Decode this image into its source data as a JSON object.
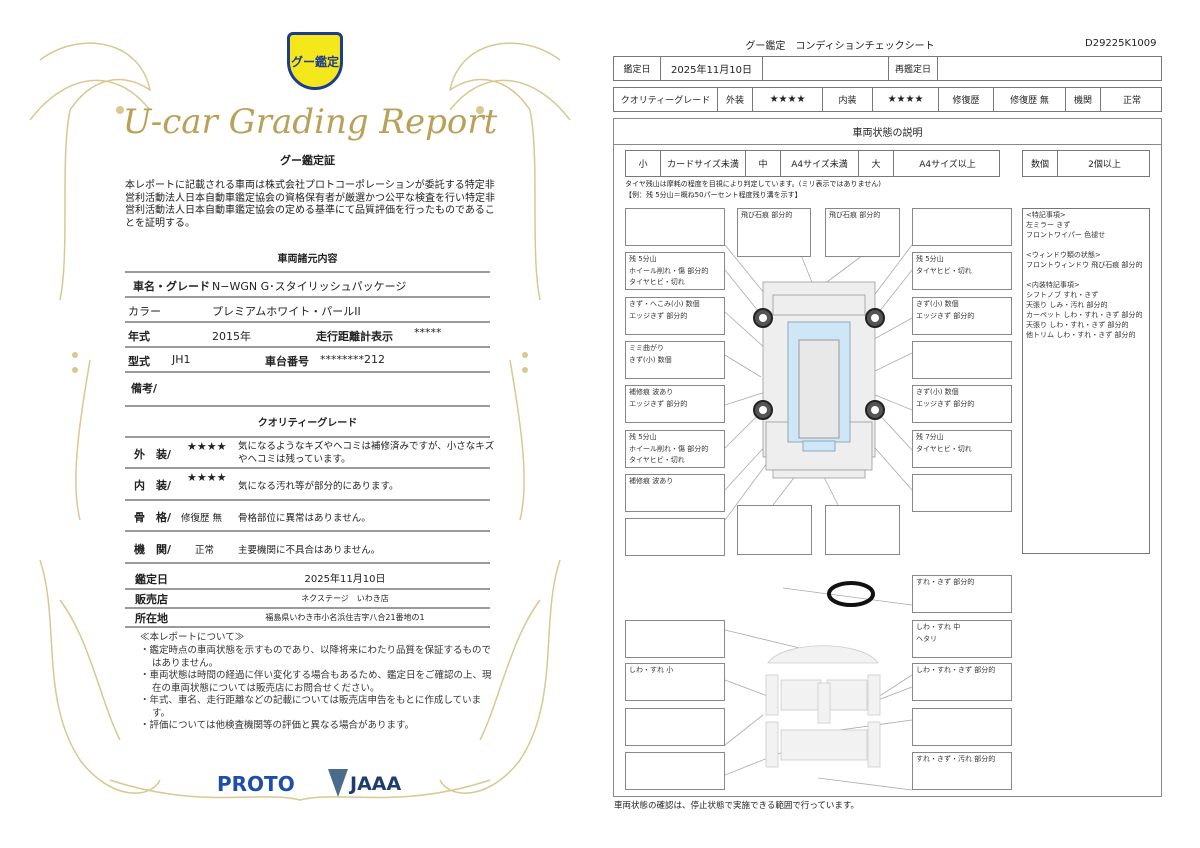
{
  "left": {
    "logo_text": "グー鑑定",
    "script_title": "U-car Grading Report",
    "cert_title": "グー鑑定証",
    "cert_body": "本レポートに記載される車両は株式会社プロトコーポレーションが委託する特定非営利活動法人日本自動車鑑定協会の資格保有者が厳選かつ公平な検査を行い特定非営利活動法人日本自動車鑑定協会の定める基準にて品質評価を行ったものであることを証明する。",
    "spec_title": "車両諸元内容",
    "spec": {
      "name_label": "車名・グレード",
      "name_value": "N−WGN G･スタイリッシュパッケージ",
      "color_label": "カラー",
      "color_value": "プレミアムホワイト・パールII",
      "year_label": "年式",
      "year_value": "2015年",
      "odo_label": "走行距離計表示",
      "odo_value": "*****",
      "model_label": "型式",
      "model_value": "JH1",
      "chassis_label": "車台番号",
      "chassis_value": "********212",
      "remarks_label": "備考/"
    },
    "grade_title": "クオリティーグレード",
    "grades": [
      {
        "label": "外　装/",
        "value": "★★★★",
        "desc": "気になるようなキズやヘコミは補修済みですが、小さなキズやヘコミは残っています。"
      },
      {
        "label": "内　装/",
        "value": "★★★★",
        "desc": "気になる汚れ等が部分的にあります。"
      },
      {
        "label": "骨　格/",
        "value": "修復歴 無",
        "desc": "骨格部位に異常はありません。"
      },
      {
        "label": "機　関/",
        "value": "正常",
        "desc": "主要機関に不具合はありません。"
      }
    ],
    "date_label": "鑑定日",
    "date_value": "2025年11月10日",
    "shop_label": "販売店",
    "shop_value": "ネクステージ　いわき店",
    "addr_label": "所在地",
    "addr_value": "福島県いわき市小名浜住吉字八合21番地の1",
    "about_title": "≪本レポートについて≫",
    "about_items": [
      "鑑定時点の車両状態を示すものであり、以降将来にわたり品質を保証するものではありません。",
      "車両状態は時間の経過に伴い変化する場合もあるため、鑑定日をご確認の上、現在の車両状態については販売店にお問合せください。",
      "年式、車名、走行距離などの記載については販売店申告をもとに作成しています。",
      "評価については他検査機関等の評価と異なる場合があります。"
    ],
    "logos": [
      "PROTO",
      "JAAA"
    ]
  },
  "right": {
    "title": "グー鑑定　コンディションチェックシート",
    "doc_id": "D29225K1009",
    "row1": {
      "date_label": "鑑定日",
      "date_value": "2025年11月10日",
      "redate_label": "再鑑定日"
    },
    "row2": {
      "grade_label": "クオリティーグレード",
      "ext_label": "外装",
      "ext_value": "★★★★",
      "int_label": "内装",
      "int_value": "★★★★",
      "repair_label": "修復歴",
      "repair_value": "修復歴 無",
      "engine_label": "機関",
      "engine_value": "正常"
    },
    "section_title": "車両状態の説明",
    "sizes": [
      "小",
      "カードサイズ未満",
      "中",
      "A4サイズ未満",
      "大",
      "A4サイズ以上"
    ],
    "count": [
      "数個",
      "2個以上"
    ],
    "tire_note1": "タイヤ残山は摩耗の程度を目視により判定しています。(ミリ表示ではありません)",
    "tire_note2": "【例：残 5分山＝概ね50パーセント程度残り溝を示す】",
    "ext_left": [
      "",
      "残 5分山\nホイール削れ・傷 部分的\nタイヤヒビ・切れ",
      "きず・へこみ(小) 数個\nエッジきず 部分的",
      "ミミ曲がり\nきず(小) 数個",
      "補修痕 波あり\nエッジきず 部分的",
      "残 5分山\nホイール削れ・傷 部分的\nタイヤヒビ・切れ",
      "補修痕 波あり",
      ""
    ],
    "ext_top": [
      "飛び石痕 部分的",
      "飛び石痕 部分的"
    ],
    "ext_right": [
      "",
      "残 5分山\nタイヤヒビ・切れ",
      "きず(小) 数個\nエッジきず 部分的",
      "",
      "きず(小) 数個\nエッジきず 部分的",
      "残 7分山\nタイヤヒビ・切れ",
      ""
    ],
    "ext_bottom": [
      "",
      ""
    ],
    "special_notes": "<特記事項>\n左ミラー きず\nフロントワイパー 色褪せ\n\n<ウィンドウ類の状態>\nフロントウィンドウ 飛び石痕 部分的\n\n<内装特記事項>\nシフトノブ すれ・きず\n天張り しみ・汚れ 部分的\nカーペット しわ・すれ・きず 部分的\n天張り しわ・すれ・きず 部分的\n他トリム しわ・すれ・きず 部分的",
    "steering": "すれ・きず 部分的",
    "int_left": [
      "",
      "しわ・すれ 小",
      "",
      ""
    ],
    "int_right": [
      "しわ・すれ 中\nヘタリ",
      "しわ・すれ・きず 部分的",
      "",
      "すれ・きず・汚れ 部分的"
    ],
    "footer": "車両状態の確認は、停止状態で実施できる範囲で行っています。",
    "colors": {
      "gold": "#b9a15a",
      "window": "#cfe6f7",
      "logo_blue": "#1d3c8f",
      "logo_yellow": "#f4e81d"
    }
  }
}
